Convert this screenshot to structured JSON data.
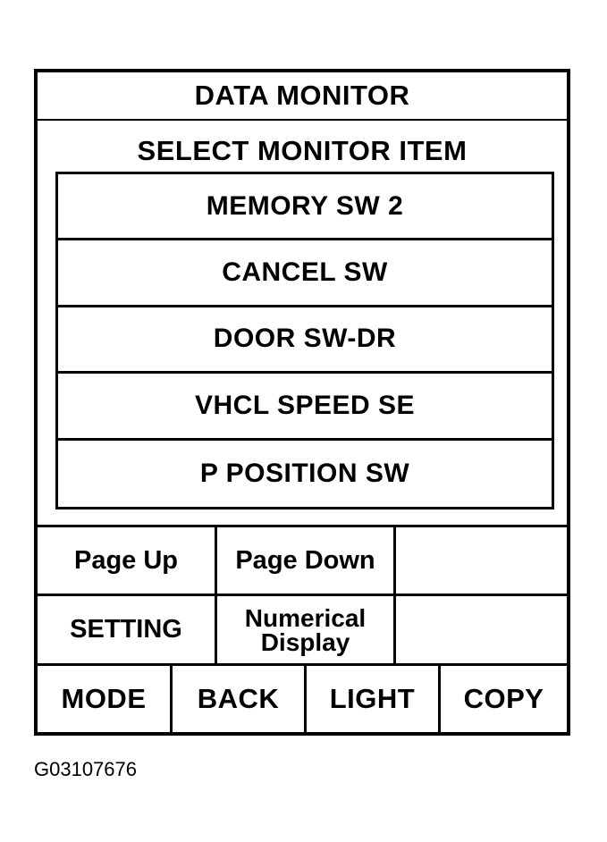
{
  "screen": {
    "title": "DATA MONITOR",
    "subtitle": "SELECT MONITOR ITEM"
  },
  "items": [
    {
      "label": "MEMORY SW 2"
    },
    {
      "label": "CANCEL SW"
    },
    {
      "label": "DOOR SW-DR"
    },
    {
      "label": "VHCL SPEED SE"
    },
    {
      "label": "P POSITION SW"
    }
  ],
  "buttons": {
    "page_up": "Page Up",
    "page_down": "Page Down",
    "setting": "SETTING",
    "numerical_display": "Numerical\nDisplay",
    "mode": "MODE",
    "back": "BACK",
    "light": "LIGHT",
    "copy": "COPY"
  },
  "figure_id": "G03107676"
}
